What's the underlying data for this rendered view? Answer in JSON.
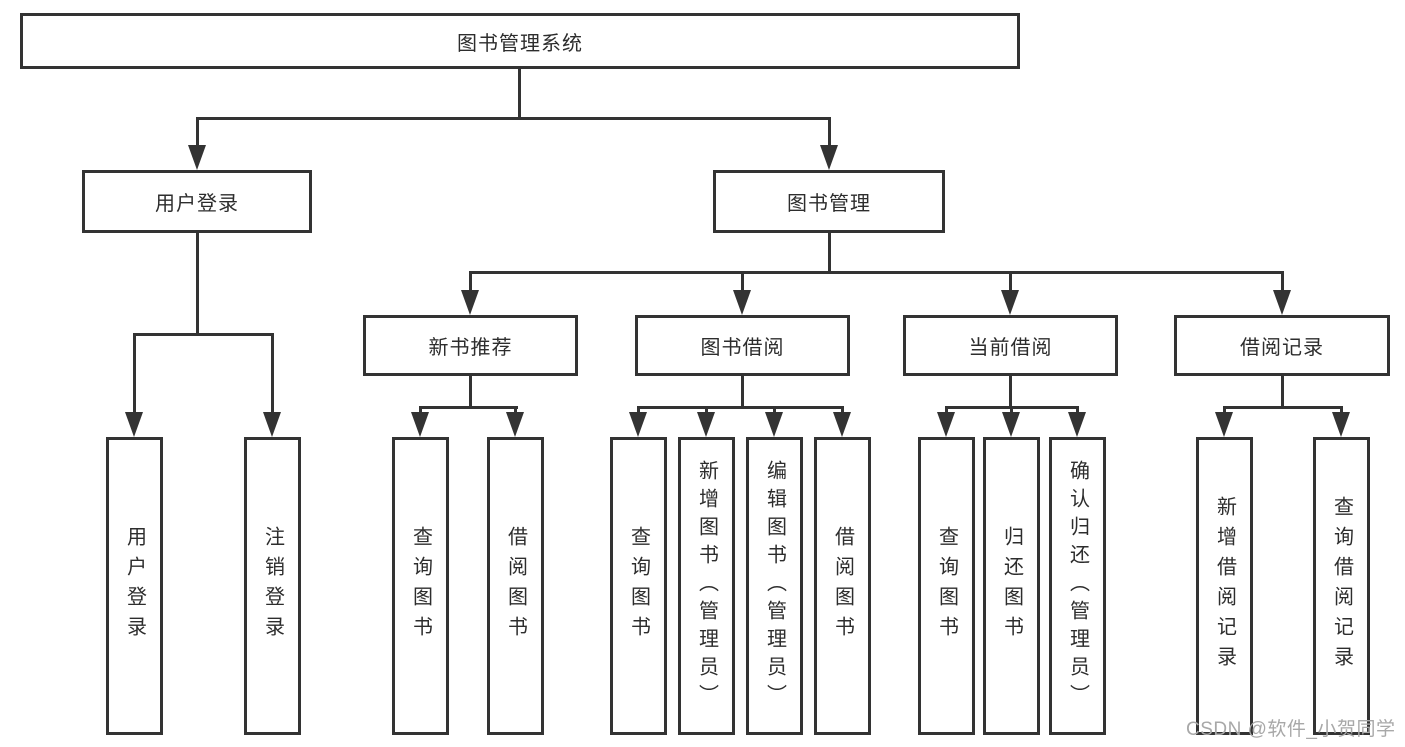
{
  "diagram": {
    "nodes": {
      "root": "图书管理系统",
      "user_login": "用户登录",
      "book_mgmt": "图书管理",
      "new_book_rec": "新书推荐",
      "book_borrow": "图书借阅",
      "current_borrow": "当前借阅",
      "borrow_records": "借阅记录",
      "leaf_user_login": "用户登录",
      "leaf_logout": "注销登录",
      "leaf_query_book_rec": "查询图书",
      "leaf_borrow_book_rec": "借阅图书",
      "leaf_query_book_borrow": "查询图书",
      "leaf_add_book_admin": "新增图书（管理员）",
      "leaf_edit_book_admin": "编辑图书（管理员）",
      "leaf_borrow_book_borrow": "借阅图书",
      "leaf_query_book_current": "查询图书",
      "leaf_return_book": "归还图书",
      "leaf_confirm_return_admin": "确认归还（管理员）",
      "leaf_add_borrow_record": "新增借阅记录",
      "leaf_query_borrow_record": "查询借阅记录"
    },
    "colors": {
      "line": "#333333",
      "text": "#2d2d2d",
      "background": "#ffffff",
      "watermark": "#a8a8a8"
    }
  },
  "watermark": {
    "text": "CSDN @软件_小贺同学"
  }
}
